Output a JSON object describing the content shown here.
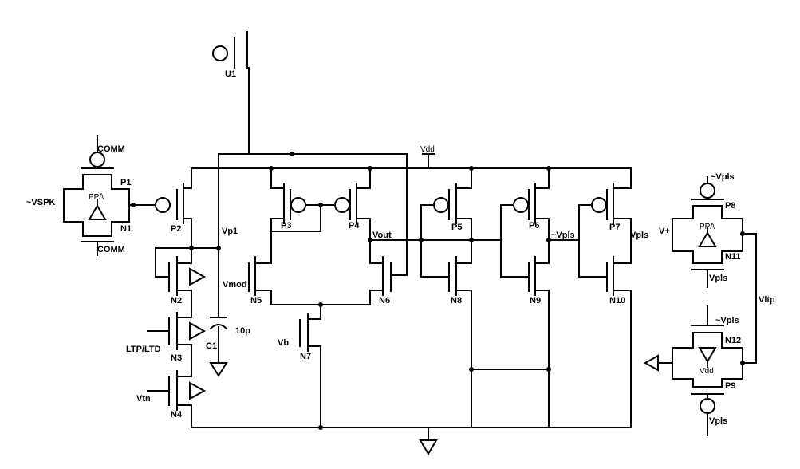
{
  "labels": {
    "u1": "U1",
    "p1": "P1",
    "n1": "N1",
    "comm_top": "COMM",
    "comm_bottom": "COMM",
    "vspk": "~VSPK",
    "pp_left": "PP/\\",
    "p2": "P2",
    "vp1": "Vp1",
    "vdd_top": "Vdd",
    "p3": "P3",
    "p4": "P4",
    "vout": "Vout",
    "p5": "P5",
    "p6": "P6",
    "vpls_inv_mid": "~Vpls",
    "p7": "P7",
    "vpls_mid": "Vpls",
    "n2": "N2",
    "vmod": "Vmod",
    "n5": "N5",
    "n6": "N6",
    "n8": "N8",
    "n9": "N9",
    "n10": "N10",
    "ltp_ltd": "LTP/LTD",
    "n3": "N3",
    "c1": "C1",
    "cap_value": "10p",
    "vb": "Vb",
    "n7": "N7",
    "vtn": "Vtn",
    "n4": "N4",
    "vpls_inv_r1": "~Vpls",
    "p8": "P8",
    "vplus": "V+",
    "pp_right": "PP/\\",
    "n11": "N11",
    "vpls_r1": "Vpls",
    "vltp": "Vltp",
    "vpls_inv_r2": "~Vpls",
    "n12": "N12",
    "vdd_r": "Vdd",
    "p9": "P9",
    "vpls_r2": "Vpls"
  }
}
